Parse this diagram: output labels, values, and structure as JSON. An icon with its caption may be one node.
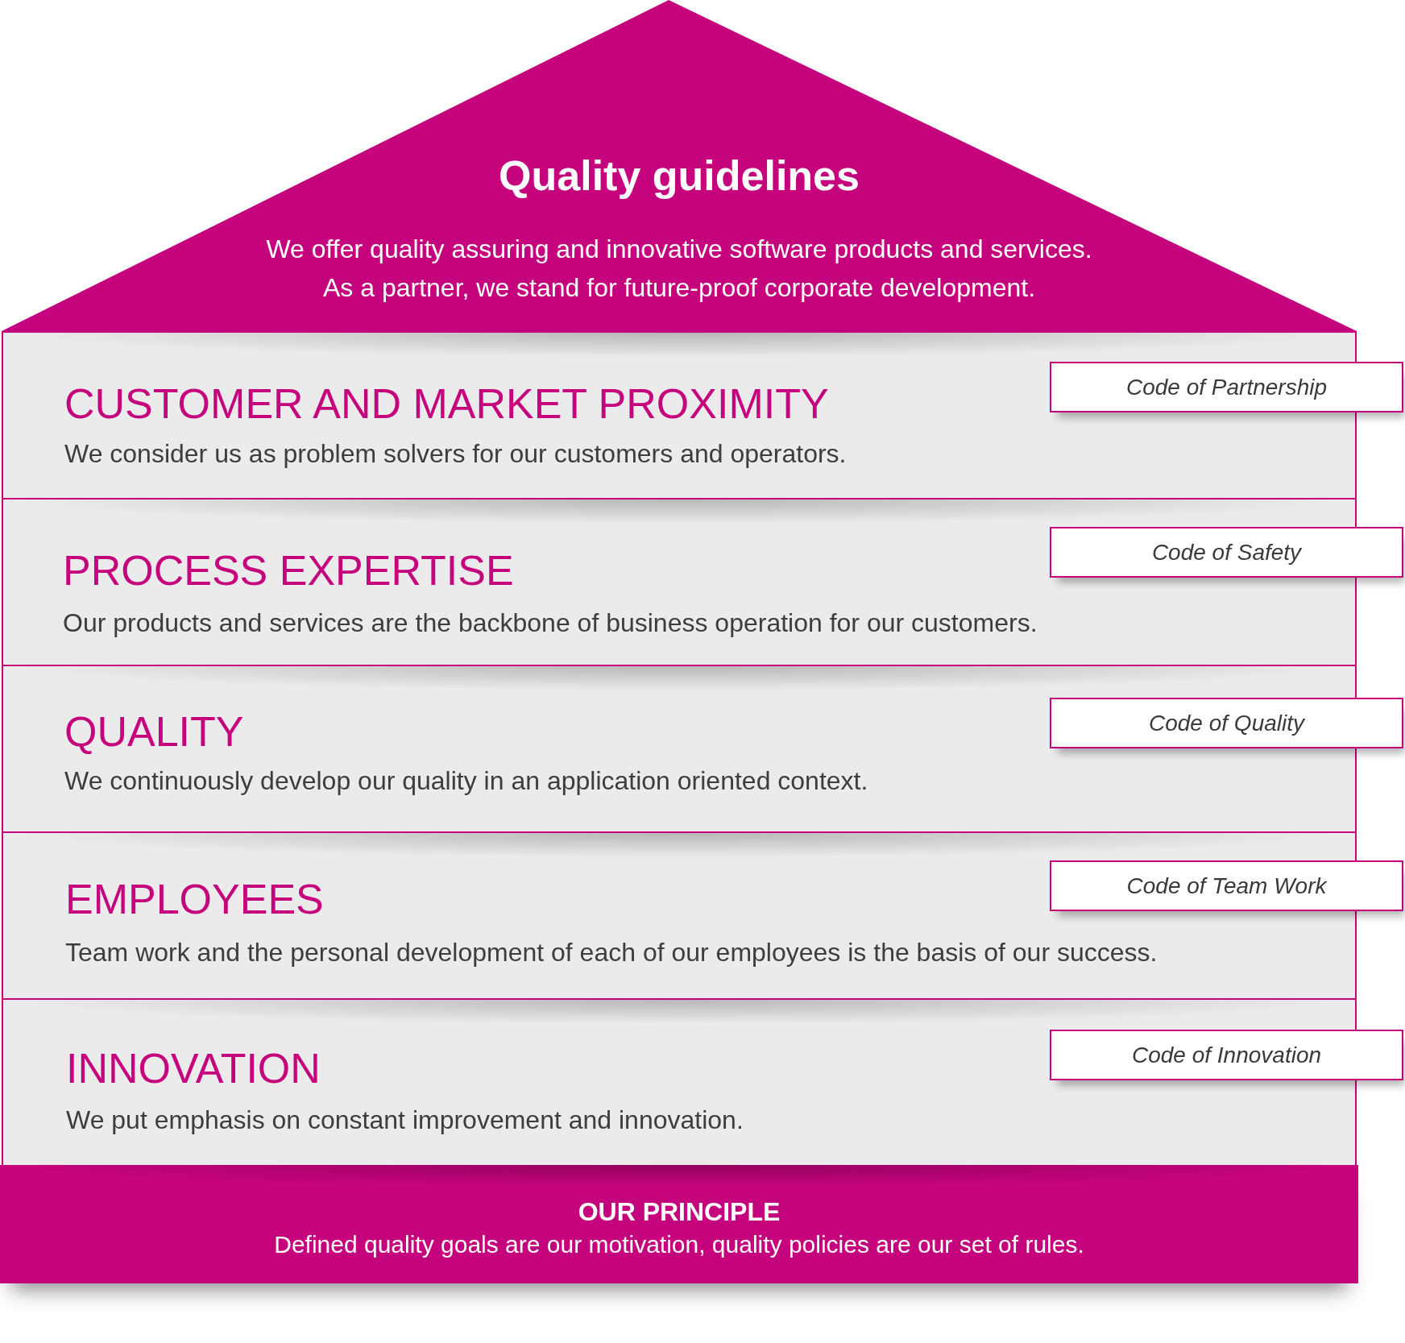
{
  "diagram": {
    "nodes": [
      {
        "text": [
          "Quality guidelines",
          "We offer quality assuring and innovative software products and services. As a partner, we stand for future-proof corporate development."
        ]
      },
      {
        "text": [
          "CUSTOMER AND MARKET PROXIMITY",
          "We consider us as problem solvers for our customers and operators."
        ]
      },
      {
        "text": [
          "Code of Partnership"
        ]
      },
      {
        "text": [
          "PROCESS EXPERTISE",
          "Our products and services are the backbone of business operation for our customers."
        ]
      },
      {
        "text": [
          "Code of Safety"
        ]
      },
      {
        "text": [
          "QUALITY",
          "We continuously develop our quality in an application oriented context."
        ]
      },
      {
        "text": [
          "Code of Quality"
        ]
      },
      {
        "text": [
          "EMPLOYEES",
          "Team work and the personal development of each of our employees is the basis of our success."
        ]
      },
      {
        "text": [
          "Code of Team Work"
        ]
      },
      {
        "text": [
          "INNOVATION",
          "We put emphasis on constant improvement and innovation."
        ]
      },
      {
        "text": [
          "Code of Innovation"
        ]
      },
      {
        "text": [
          "OUR PRINCIPLE",
          "Defined quality goals are our motivation, quality policies are our set of rules."
        ]
      }
    ]
  }
}
